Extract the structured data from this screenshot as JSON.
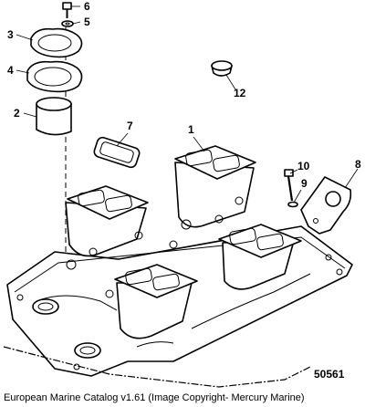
{
  "callouts": [
    "1",
    "2",
    "3",
    "4",
    "5",
    "6",
    "7",
    "8",
    "9",
    "10",
    "12"
  ],
  "figure_number": "50561",
  "caption": "European Marine Catalog v1.61 (Image Copyright- Mercury Marine)"
}
